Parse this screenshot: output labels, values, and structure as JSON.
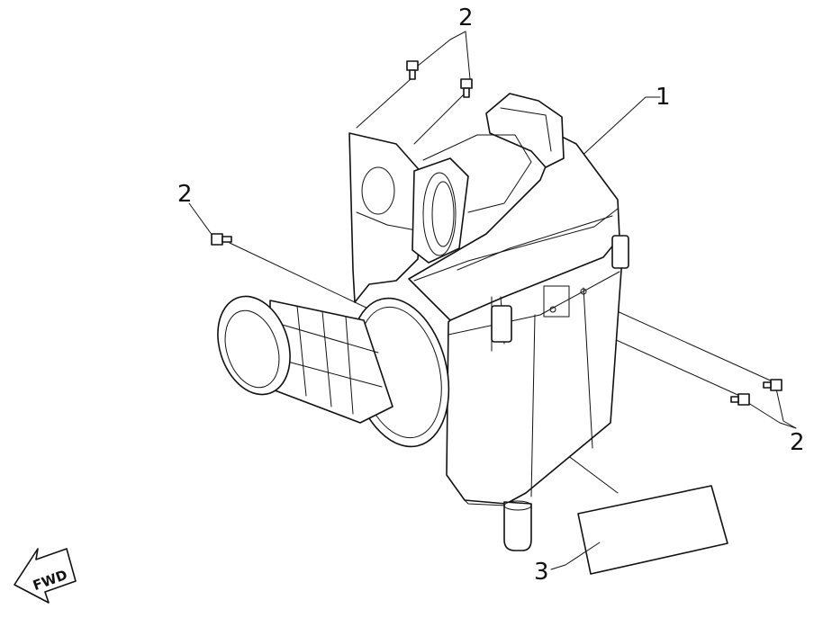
{
  "callouts": [
    {
      "id": "top-bolts",
      "text": "2"
    },
    {
      "id": "housing",
      "text": "1"
    },
    {
      "id": "left-bolt",
      "text": "2"
    },
    {
      "id": "right-bolts",
      "text": "2"
    },
    {
      "id": "label-plate",
      "text": "3"
    }
  ],
  "fwd_indicator": {
    "text": "FWD"
  }
}
